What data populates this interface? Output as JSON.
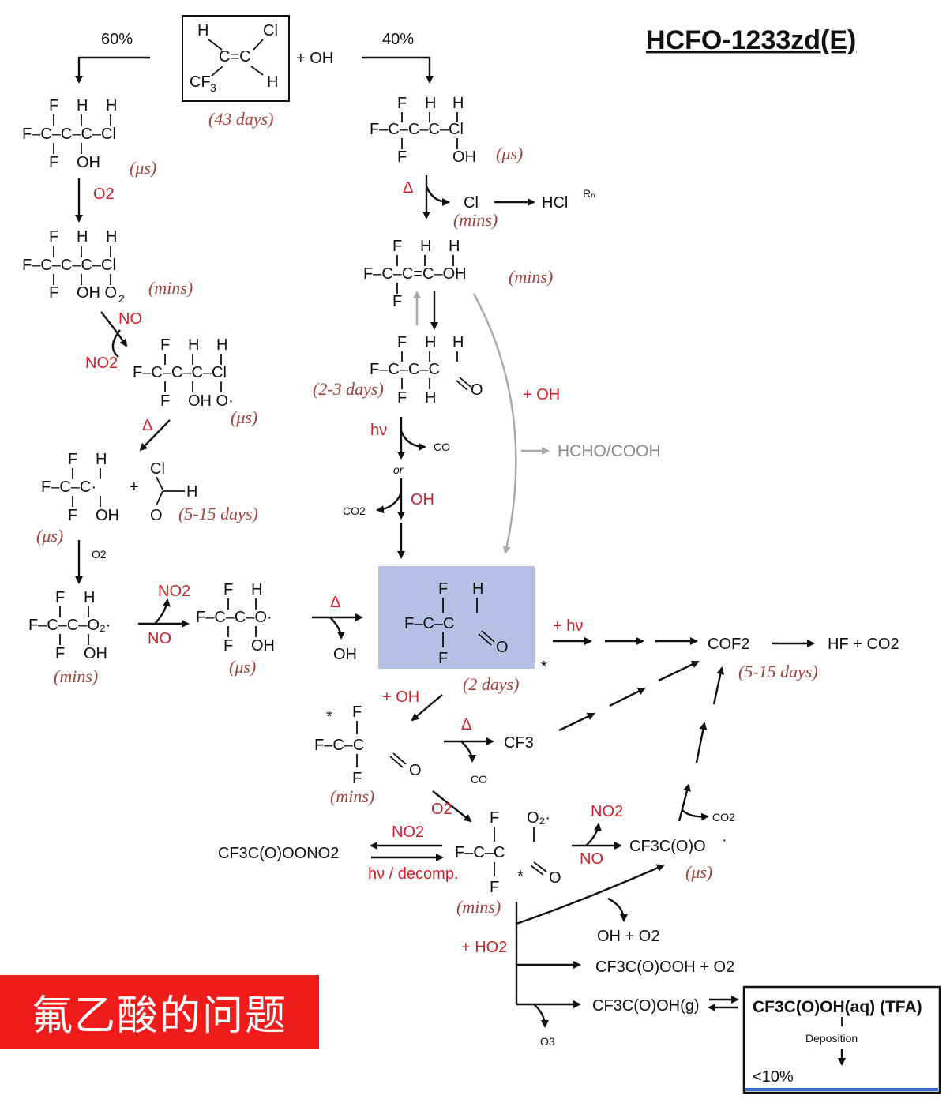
{
  "title": "HCFO-1233zd(E)",
  "start_reagent": "+ OH",
  "lifetime_start": "(43 days)",
  "branch_left_pct": "60%",
  "branch_right_pct": "40%",
  "lifetimes": {
    "us": "(μs)",
    "mins": "(mins)",
    "d23": "(2-3 days)",
    "d515": "(5-15 days)",
    "d2": "(2 days)"
  },
  "reagents": {
    "o2": "O2",
    "no": "NO",
    "no2": "NO2",
    "oh": "OH",
    "plus_oh": "+ OH",
    "hv": "hν",
    "plus_hv": "+ hν",
    "or": "or",
    "delta": "Δ",
    "co": "CO",
    "co2": "CO2",
    "cl": "Cl",
    "hcl": "HCl",
    "rn": "Rₙ",
    "hcho": "HCHO/COOH",
    "o3": "O3",
    "plus_ho2": "+ HO2",
    "hv_decomp": "hν / decomp.",
    "cof2": "COF2",
    "hf_co2": "HF + CO2",
    "cf3": "CF3",
    "pan": "CF3C(O)OONO2",
    "cf3coo": "CF3C(O)O",
    "oh_o2": "OH + O2",
    "peracid": "CF3C(O)OOH + O2",
    "tfa_g": "CF3C(O)OH(g)"
  },
  "tfa_box": {
    "label": "CF3C(O)OH(aq) (TFA)",
    "deposition": "Deposition",
    "fraction": "<10%"
  },
  "highlight_color": "#b6c0e4",
  "banner": {
    "text": "氟乙酸的问题",
    "color": "#f01c1c"
  }
}
